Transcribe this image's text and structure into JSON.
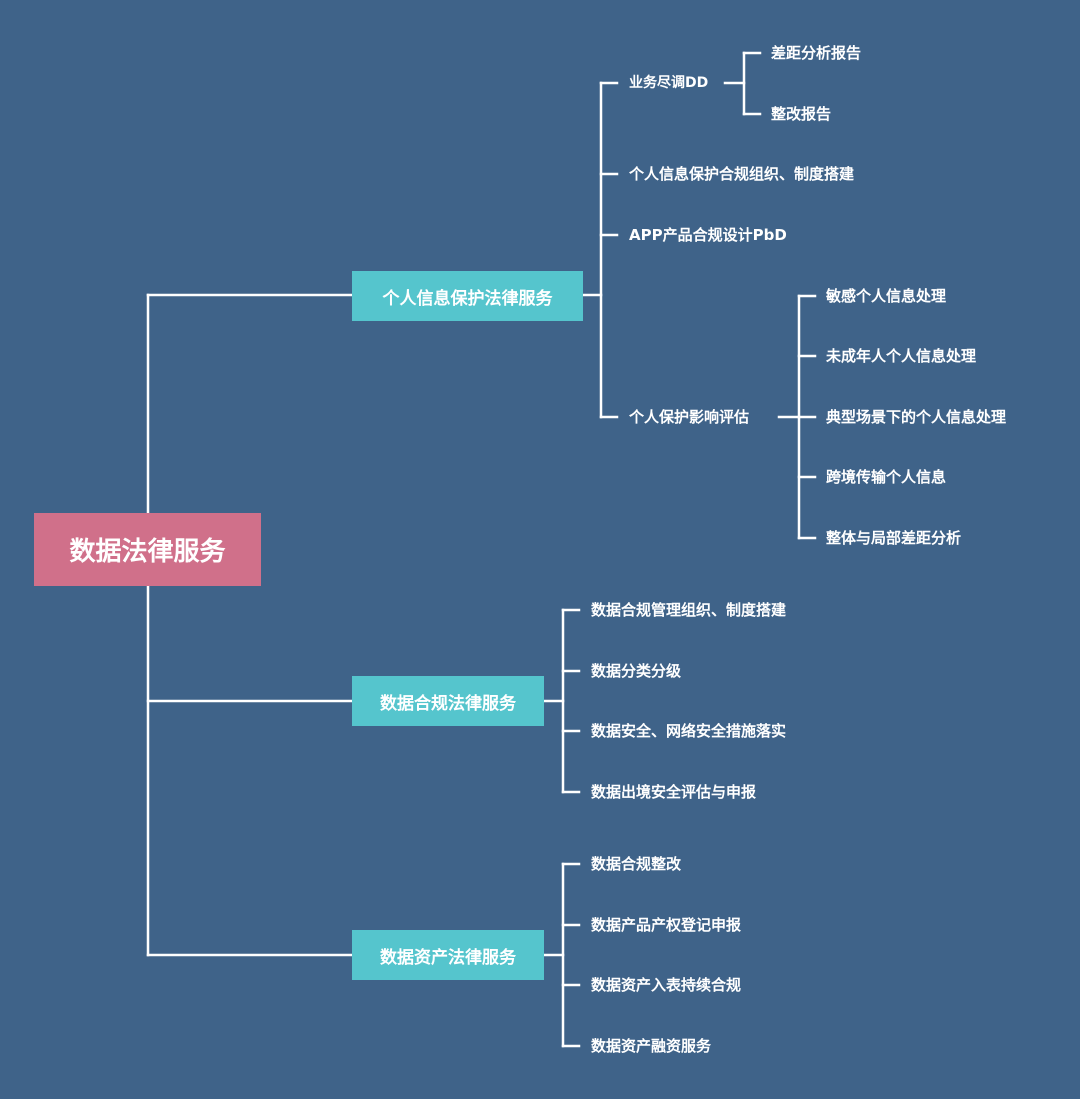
{
  "palette": {
    "background": "#3f6389",
    "root_fill": "#d0708a",
    "branch_fill": "#55c5cd",
    "line": "#ffffff",
    "text": "#ffffff"
  },
  "root": {
    "label": "数据法律服务"
  },
  "branches": [
    {
      "label": "个人信息保护法律服务",
      "items": [
        {
          "label": "业务尽调DD",
          "children": [
            "差距分析报告",
            "整改报告"
          ]
        },
        {
          "label": "个人信息保护合规组织、制度搭建"
        },
        {
          "label": "APP产品合规设计PbD"
        },
        {
          "label": "个人保护影响评估",
          "children": [
            "敏感个人信息处理",
            "未成年人个人信息处理",
            "典型场景下的个人信息处理",
            "跨境传输个人信息",
            "整体与局部差距分析"
          ]
        }
      ]
    },
    {
      "label": "数据合规法律服务",
      "items": [
        {
          "label": "数据合规管理组织、制度搭建"
        },
        {
          "label": "数据分类分级"
        },
        {
          "label": "数据安全、网络安全措施落实"
        },
        {
          "label": "数据出境安全评估与申报"
        }
      ]
    },
    {
      "label": "数据资产法律服务",
      "items": [
        {
          "label": "数据合规整改"
        },
        {
          "label": "数据产品产权登记申报"
        },
        {
          "label": "数据资产入表持续合规"
        },
        {
          "label": "数据资产融资服务"
        }
      ]
    }
  ]
}
